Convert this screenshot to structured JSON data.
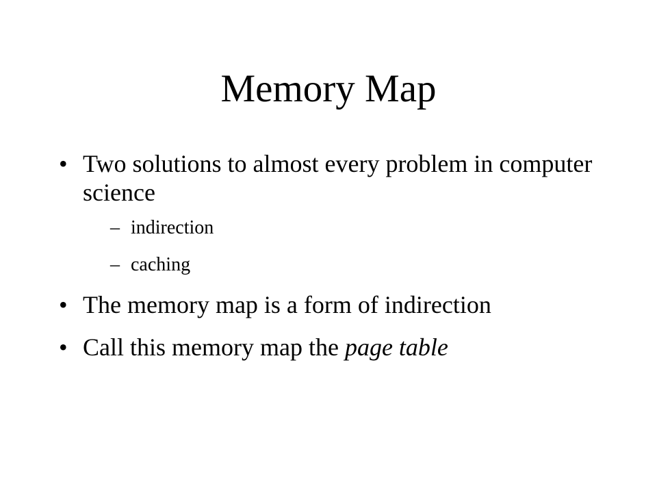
{
  "slide": {
    "title": "Memory Map",
    "bullet_glyph": "•",
    "dash_glyph": "–",
    "items": [
      {
        "text": "Two solutions to almost every problem in computer science",
        "subitems": [
          "indirection",
          "caching"
        ]
      },
      {
        "text": "The memory map is a form of indirection"
      },
      {
        "text_prefix": "Call this memory map the ",
        "text_emphasis": "page table"
      }
    ]
  }
}
